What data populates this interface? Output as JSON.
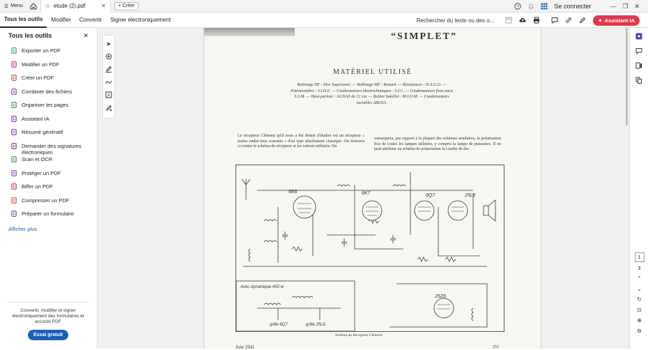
{
  "titlebar": {
    "menu_label": "Menu",
    "tab_title": "etude (2).pdf",
    "create_label": "Créer",
    "connect_label": "Se connecter"
  },
  "toolbar": {
    "menus": [
      "Tous les outils",
      "Modifier",
      "Convertir",
      "Signer électroniquement"
    ],
    "search_label": "Rechercher du texte ou des o...",
    "ai_label": "Assistant IA"
  },
  "leftpanel": {
    "title": "Tous les outils",
    "tools": [
      {
        "label": "Exporter un PDF",
        "icon": "export-pdf-icon",
        "color": "#2d8f5b"
      },
      {
        "label": "Modifier un PDF",
        "icon": "edit-pdf-icon",
        "color": "#c2185b"
      },
      {
        "label": "Créer un PDF",
        "icon": "create-pdf-icon",
        "color": "#d32f2f"
      },
      {
        "label": "Combiner des fichiers",
        "icon": "combine-files-icon",
        "color": "#5e35b1"
      },
      {
        "label": "Organiser les pages",
        "icon": "organize-pages-icon",
        "color": "#2e7d32"
      },
      {
        "label": "Assistant IA",
        "icon": "ai-assistant-icon",
        "color": "#6a1b9a"
      },
      {
        "label": "Résumé génératif",
        "icon": "summary-icon",
        "color": "#6a1b9a"
      },
      {
        "label": "Demander des signatures électroniques",
        "icon": "request-signatures-icon",
        "color": "#6a1b9a"
      },
      {
        "label": "Scan et OCR",
        "icon": "scan-ocr-icon",
        "color": "#2e7d32"
      },
      {
        "label": "Protéger un PDF",
        "icon": "protect-pdf-icon",
        "color": "#5e35b1"
      },
      {
        "label": "Biffer un PDF",
        "icon": "redact-pdf-icon",
        "color": "#c2185b"
      },
      {
        "label": "Compresser un PDF",
        "icon": "compress-pdf-icon",
        "color": "#d32f2f"
      },
      {
        "label": "Préparer un formulaire",
        "icon": "prepare-form-icon",
        "color": "#5e35b1"
      }
    ],
    "more_label": "Afficher plus",
    "promo_text": "Convertir, modifier et signer électroniquement des formulaires et accords PDF",
    "trial_label": "Essai gratuit"
  },
  "document": {
    "header": "“SIMPLET”",
    "section_title": "MATÉRIEL UTILISÉ",
    "parts_text": "Bobinage HF : bloc Supersonic. — Bobinage MF : Renard. — Résistances : D.A.G.O. — Potentiomètre : S.I.D.E. — Condensateurs électrochimiques : S.I.C. — Condensateurs fixes mica S.S.M. — Haut-parleur : AUDAX de 12 cm. — Boîtier bakélite : M.I.O.M. — Condensateurs variables ARENA.",
    "col_left": "Le récepteur Clément qu'il nous a été donné d'étudier est un récepteur « toutes ondes-tous courants » d'un type absolument classique. On trouvera ci-contre le schéma du récepteur et les valeurs utilisées. On",
    "col_right": "remarquera, par rapport à la plupart des schémas similaires, la polarisation fixe de toutes les lampes utilisées, y compris la lampe de puissance. Il en peut attribuer au schéma de polarisation la courbe de dis-",
    "tubes": [
      "6E8",
      "6K7",
      "6Q7",
      "25L6",
      "25Z6"
    ],
    "inset_title": "Avec dynamique 450 w",
    "inset_labels": [
      "grille 6Q7",
      "grille 25L6"
    ],
    "caption": "Schéma du Récepteur Clément.",
    "date": "Juin 1941",
    "page_number": "253"
  },
  "pagenav": {
    "current": "1",
    "total": "3"
  }
}
